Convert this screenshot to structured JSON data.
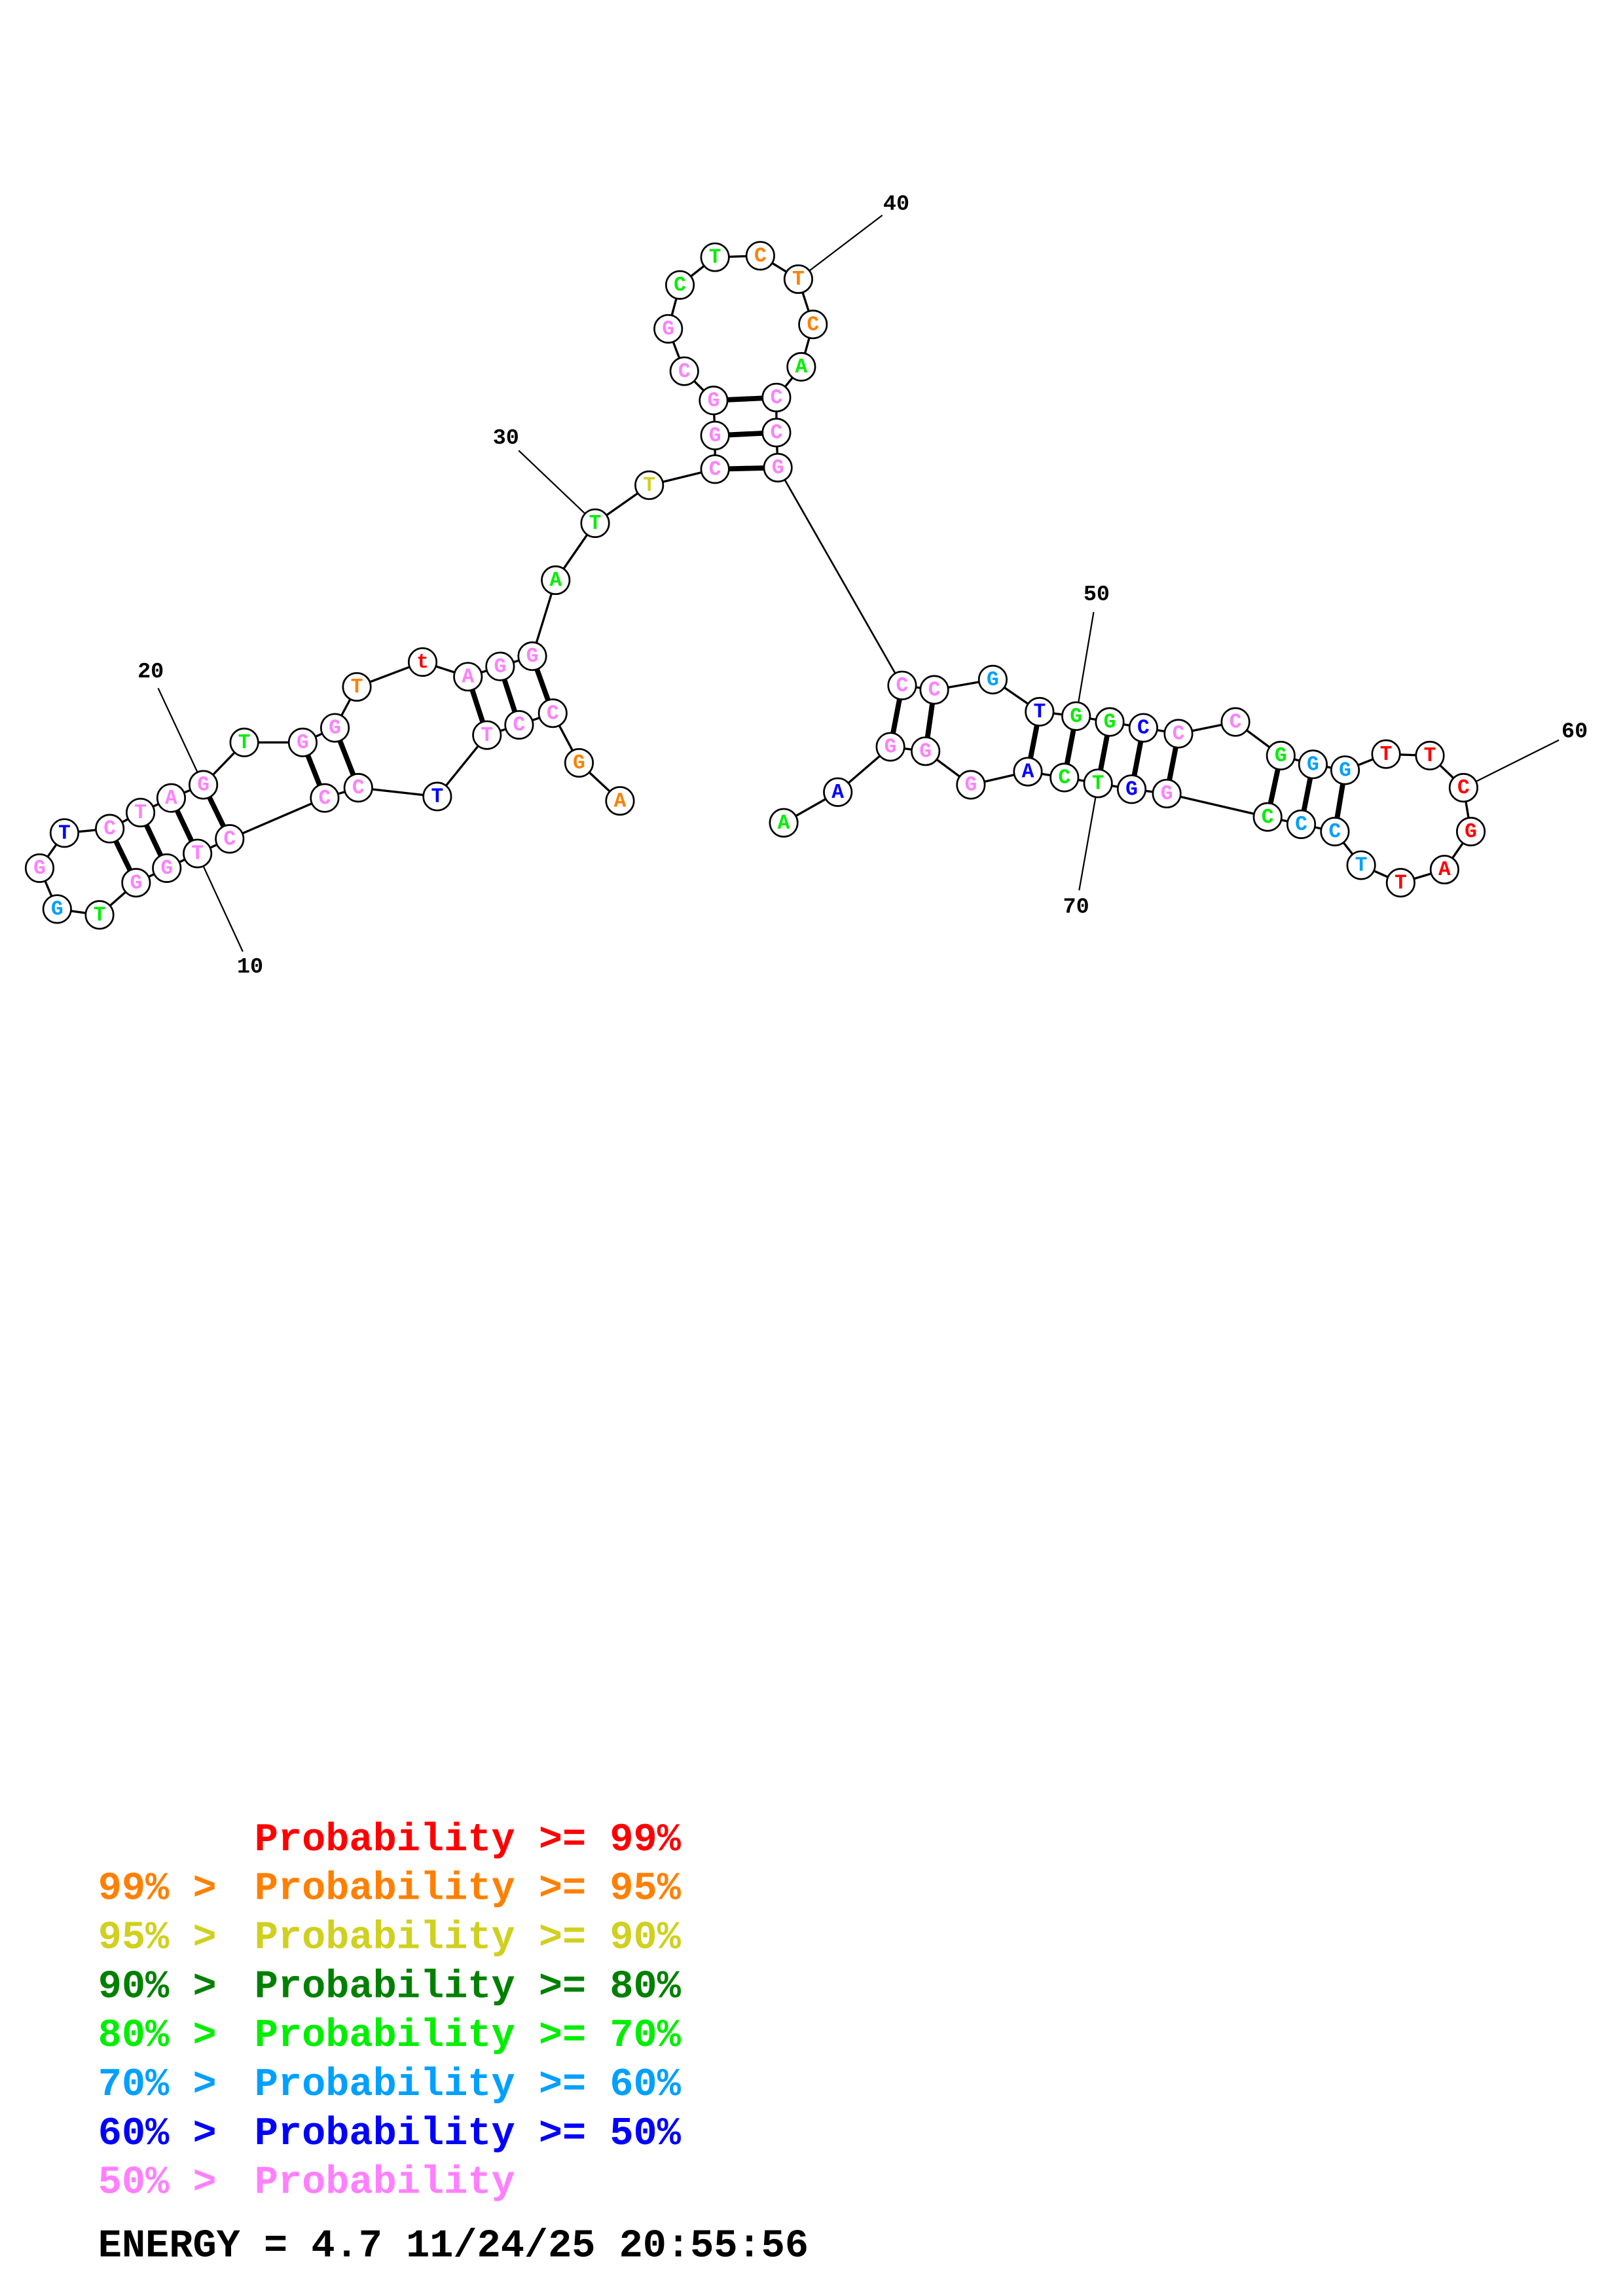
{
  "colors": {
    "r": "#ff0000",
    "o": "#ff8000",
    "y": "#d0d020",
    "dg": "#008000",
    "g": "#00ee00",
    "c": "#00a0ff",
    "b": "#0000ff",
    "p": "#ff80ff"
  },
  "sequence": [
    {
      "n": "A",
      "p": "o"
    },
    {
      "n": "G",
      "p": "o"
    },
    {
      "n": "C",
      "p": "p"
    },
    {
      "n": "C",
      "p": "p"
    },
    {
      "n": "T",
      "p": "p"
    },
    {
      "n": "T",
      "p": "b"
    },
    {
      "n": "C",
      "p": "p"
    },
    {
      "n": "C",
      "p": "p"
    },
    {
      "n": "C",
      "p": "p"
    },
    {
      "n": "T",
      "p": "p"
    },
    {
      "n": "G",
      "p": "p"
    },
    {
      "n": "G",
      "p": "p"
    },
    {
      "n": "T",
      "p": "g"
    },
    {
      "n": "G",
      "p": "c"
    },
    {
      "n": "G",
      "p": "p"
    },
    {
      "n": "T",
      "p": "b"
    },
    {
      "n": "C",
      "p": "p"
    },
    {
      "n": "T",
      "p": "p"
    },
    {
      "n": "A",
      "p": "p"
    },
    {
      "n": "G",
      "p": "p"
    },
    {
      "n": "T",
      "p": "g"
    },
    {
      "n": "G",
      "p": "p"
    },
    {
      "n": "G",
      "p": "p"
    },
    {
      "n": "T",
      "p": "o"
    },
    {
      "n": "t",
      "p": "r"
    },
    {
      "n": "A",
      "p": "p"
    },
    {
      "n": "G",
      "p": "p"
    },
    {
      "n": "G",
      "p": "p"
    },
    {
      "n": "A",
      "p": "g"
    },
    {
      "n": "T",
      "p": "g"
    },
    {
      "n": "T",
      "p": "y"
    },
    {
      "n": "C",
      "p": "p"
    },
    {
      "n": "G",
      "p": "p"
    },
    {
      "n": "G",
      "p": "p"
    },
    {
      "n": "C",
      "p": "p"
    },
    {
      "n": "G",
      "p": "p"
    },
    {
      "n": "C",
      "p": "g"
    },
    {
      "n": "T",
      "p": "g"
    },
    {
      "n": "C",
      "p": "o"
    },
    {
      "n": "T",
      "p": "o"
    },
    {
      "n": "C",
      "p": "o"
    },
    {
      "n": "A",
      "p": "g"
    },
    {
      "n": "C",
      "p": "p"
    },
    {
      "n": "C",
      "p": "p"
    },
    {
      "n": "G",
      "p": "p"
    },
    {
      "n": "C",
      "p": "p"
    },
    {
      "n": "C",
      "p": "p"
    },
    {
      "n": "G",
      "p": "c"
    },
    {
      "n": "T",
      "p": "b"
    },
    {
      "n": "G",
      "p": "g"
    },
    {
      "n": "G",
      "p": "g"
    },
    {
      "n": "C",
      "p": "b"
    },
    {
      "n": "C",
      "p": "p"
    },
    {
      "n": "C",
      "p": "p"
    },
    {
      "n": "G",
      "p": "g"
    },
    {
      "n": "G",
      "p": "c"
    },
    {
      "n": "G",
      "p": "c"
    },
    {
      "n": "T",
      "p": "r"
    },
    {
      "n": "T",
      "p": "r"
    },
    {
      "n": "C",
      "p": "r"
    },
    {
      "n": "G",
      "p": "r"
    },
    {
      "n": "A",
      "p": "r"
    },
    {
      "n": "T",
      "p": "r"
    },
    {
      "n": "T",
      "p": "c"
    },
    {
      "n": "C",
      "p": "c"
    },
    {
      "n": "C",
      "p": "c"
    },
    {
      "n": "C",
      "p": "g"
    },
    {
      "n": "G",
      "p": "p"
    },
    {
      "n": "G",
      "p": "b"
    },
    {
      "n": "T",
      "p": "g"
    },
    {
      "n": "C",
      "p": "g"
    },
    {
      "n": "A",
      "p": "b"
    },
    {
      "n": "G",
      "p": "p"
    },
    {
      "n": "G",
      "p": "p"
    },
    {
      "n": "G",
      "p": "p"
    },
    {
      "n": "A",
      "p": "b"
    },
    {
      "n": "A",
      "p": "g"
    }
  ],
  "pairs": [
    [
      3,
      28
    ],
    [
      4,
      27
    ],
    [
      5,
      26
    ],
    [
      7,
      23
    ],
    [
      8,
      22
    ],
    [
      9,
      20
    ],
    [
      10,
      19
    ],
    [
      11,
      18
    ],
    [
      12,
      17
    ],
    [
      32,
      45
    ],
    [
      33,
      44
    ],
    [
      34,
      43
    ],
    [
      46,
      75
    ],
    [
      47,
      74
    ],
    [
      49,
      72
    ],
    [
      50,
      71
    ],
    [
      51,
      70
    ],
    [
      52,
      69
    ],
    [
      53,
      68
    ],
    [
      55,
      67
    ],
    [
      56,
      66
    ],
    [
      57,
      65
    ]
  ],
  "number_labels": [
    "10",
    "20",
    "30",
    "40",
    "50",
    "60",
    "70"
  ],
  "legend": [
    {
      "prefix": "",
      "text": "Probability >= 99%",
      "p": "r"
    },
    {
      "prefix": "99% > ",
      "text": "Probability >= 95%",
      "p": "o"
    },
    {
      "prefix": "95% > ",
      "text": "Probability >= 90%",
      "p": "y"
    },
    {
      "prefix": "90% > ",
      "text": "Probability >= 80%",
      "p": "dg"
    },
    {
      "prefix": "80% > ",
      "text": "Probability >= 70%",
      "p": "g"
    },
    {
      "prefix": "70% > ",
      "text": "Probability >= 60%",
      "p": "c"
    },
    {
      "prefix": "60% > ",
      "text": "Probability >= 50%",
      "p": "b"
    },
    {
      "prefix": "50% > ",
      "text": "Probability",
      "p": "p"
    }
  ],
  "footer": "ENERGY = 4.7  11/24/25 20:55:56"
}
